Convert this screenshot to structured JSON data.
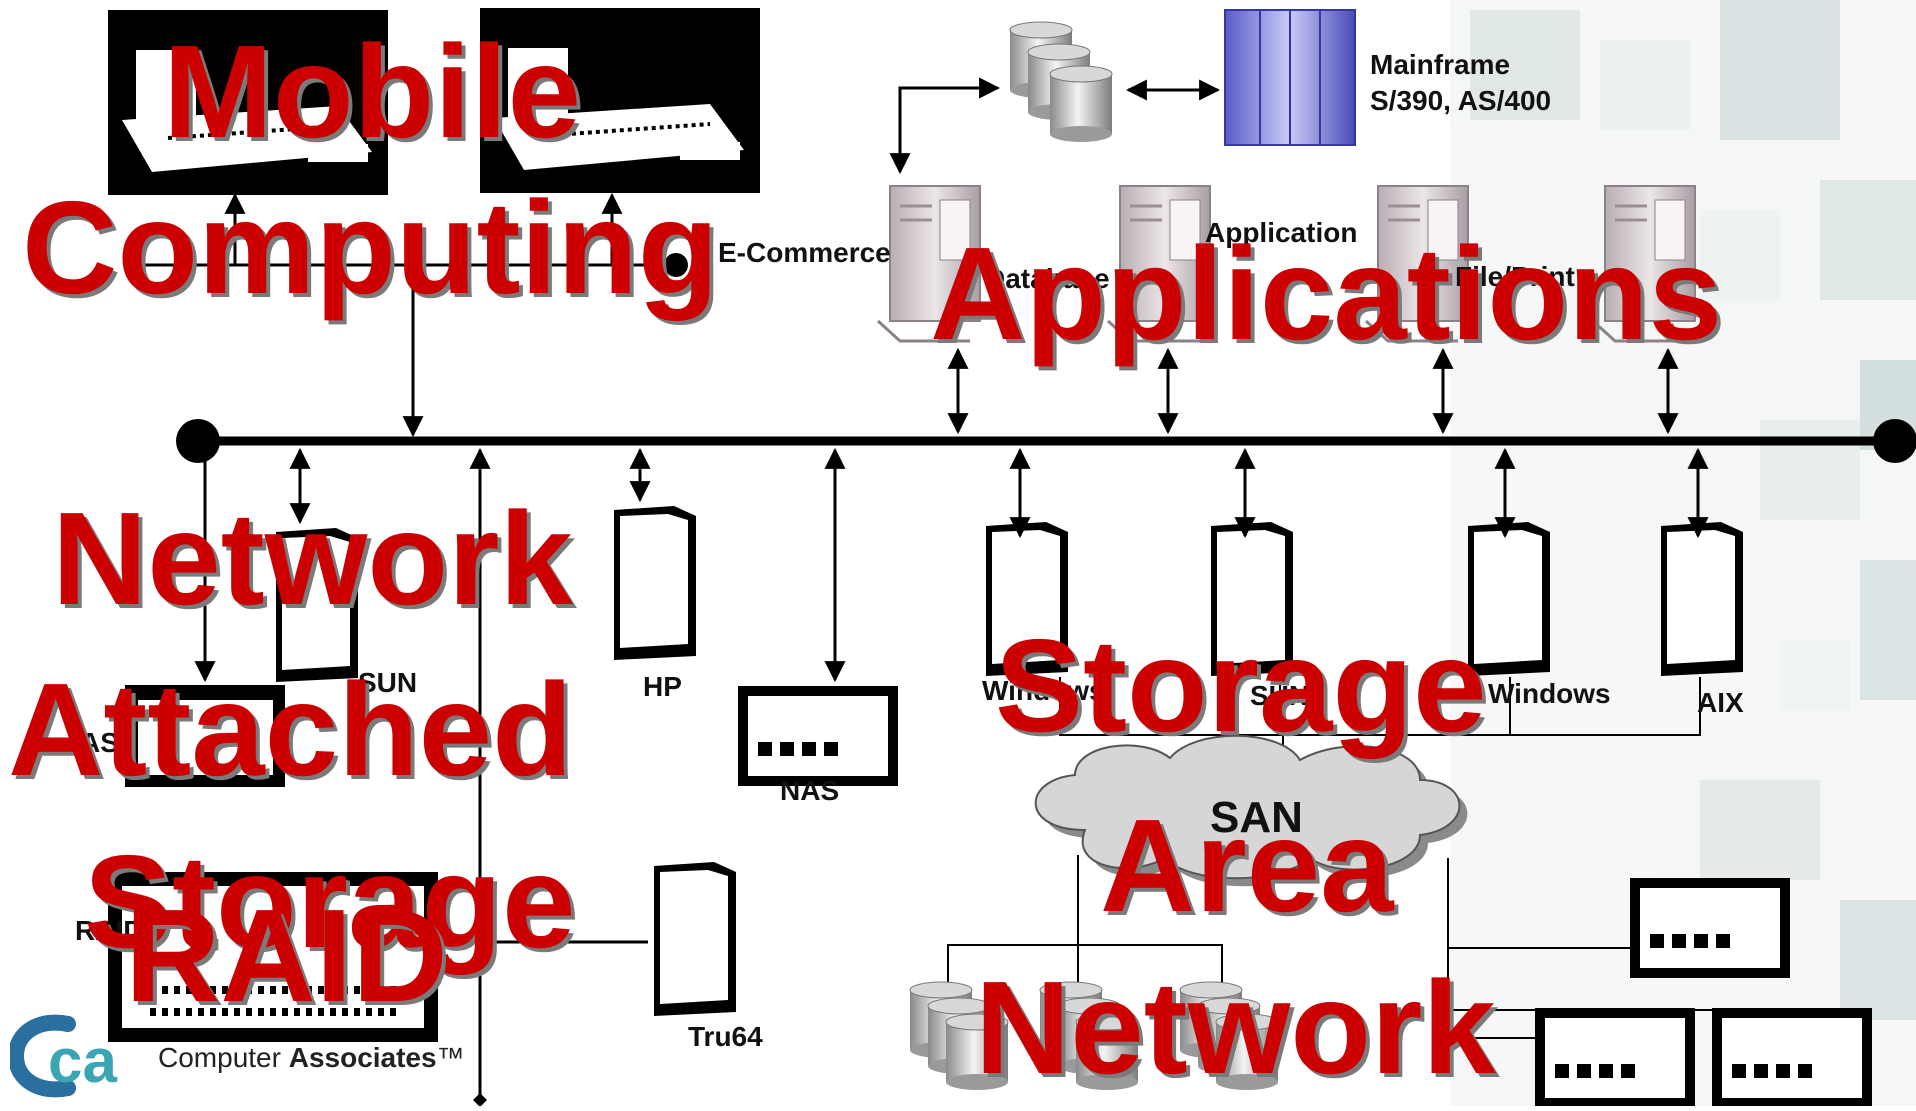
{
  "labels": {
    "mainframe_line1": "Mainframe",
    "mainframe_line2": "S/390, AS/400",
    "ecommerce": "E-Commerce",
    "application": "Application",
    "database": "Database",
    "file_print": "File/Print",
    "sun_left": "SUN",
    "hp": "HP",
    "as400": "AS",
    "nas": "NAS",
    "windows_left": "Windows",
    "sun_right": "SUN",
    "windows_right": "Windows",
    "aix": "AIX",
    "san": "SAN",
    "raid": "RAID",
    "tru64": "Tru64"
  },
  "overlay": {
    "mobile_line1": "Mobile",
    "mobile_line2": "Computing",
    "applications": "Applications",
    "nas_line1": "Network",
    "nas_line2": "Attached",
    "nas_line3": "Storage",
    "raid": "RAID",
    "san_line1": "Storage",
    "san_line2": "Area",
    "san_line3": "Network"
  },
  "logo": {
    "mark": "ca",
    "company_light": "Computer ",
    "company_bold": "Associates",
    "trademark": "™"
  },
  "colors": {
    "overlay_red": "#cc0000",
    "overlay_shadow": "#7a7a7a",
    "logo_blue": "#2a6fa0",
    "logo_teal": "#3aa6b4"
  }
}
